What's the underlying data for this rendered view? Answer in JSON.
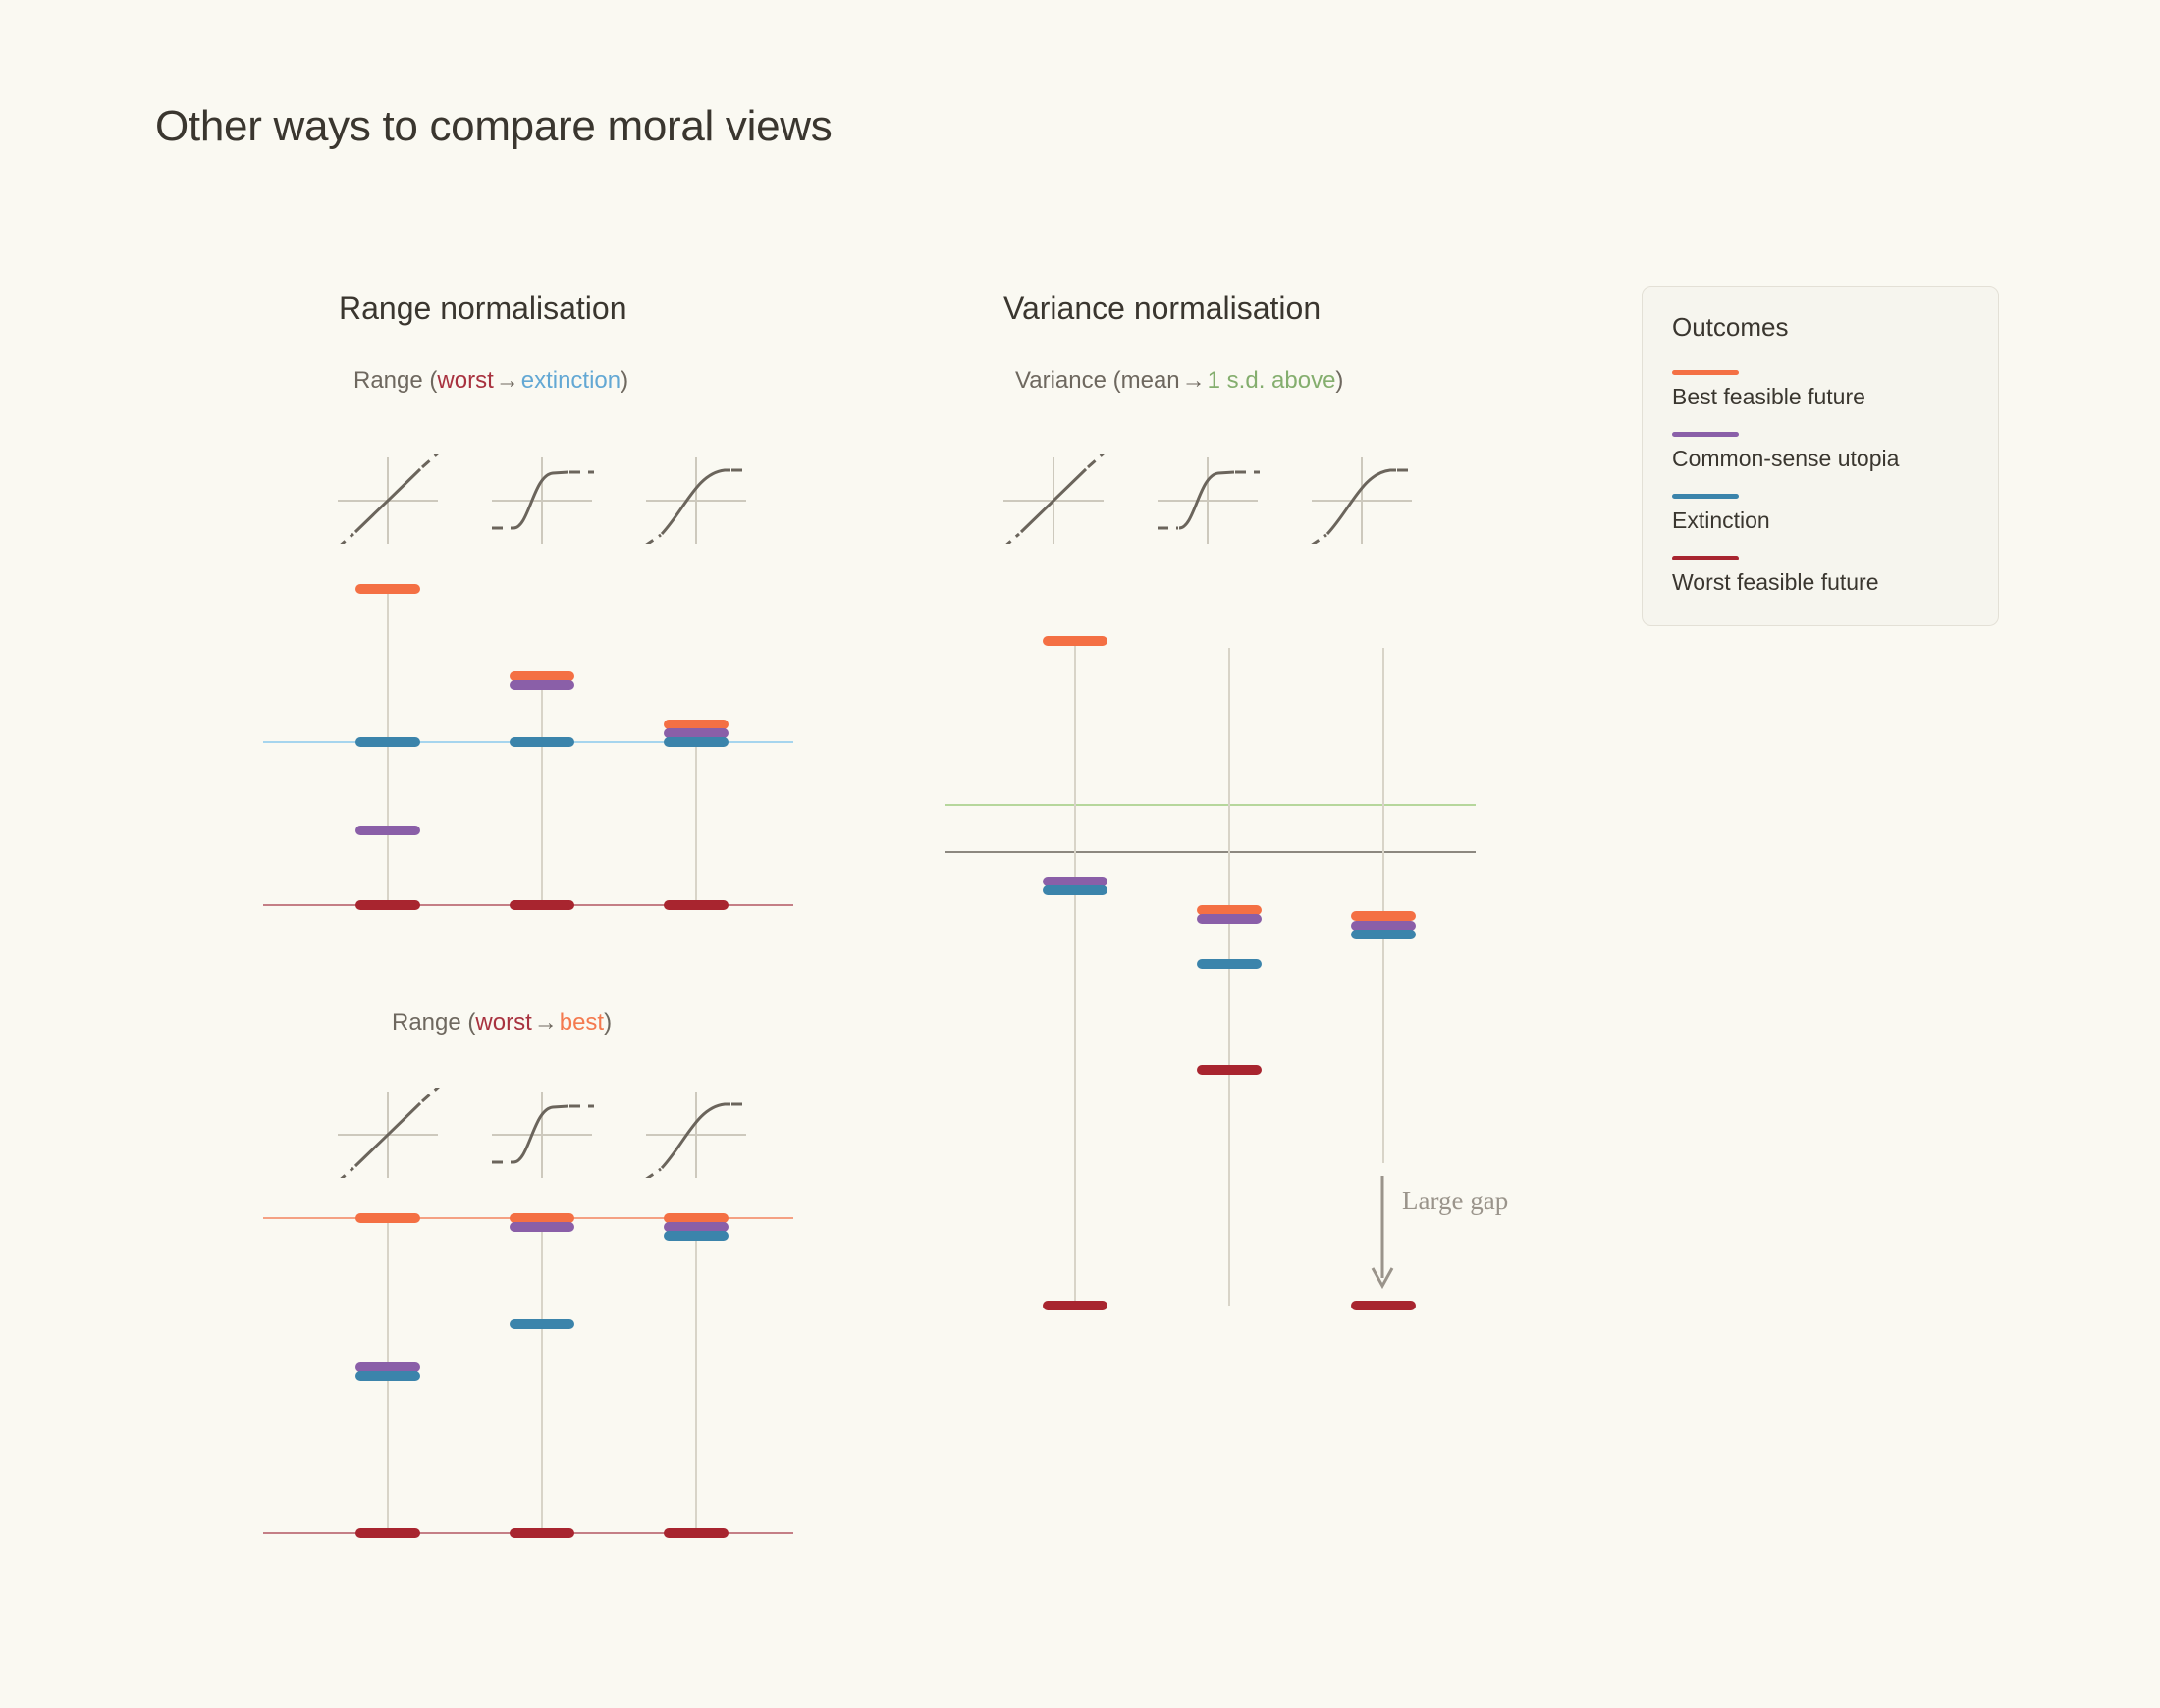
{
  "page": {
    "title": "Other ways to compare moral views",
    "background_color": "#faf9f2"
  },
  "colors": {
    "best_feasible_future": "#f47044",
    "common_sense_utopia": "#8a5fa8",
    "extinction": "#3b84ab",
    "worst_feasible_future": "#a8252f",
    "refline_extinction": "#a6d5ee",
    "refline_worst": "#c47f86",
    "refline_best": "#f5a183",
    "refline_sd": "#b6d79c",
    "refline_mean": "#8c8880",
    "gridline": "#d8d4c8",
    "annotation": "#9a948b"
  },
  "legend": {
    "title": "Outcomes",
    "items": [
      {
        "label": "Best feasible future",
        "color": "#f47044"
      },
      {
        "label": "Common-sense utopia",
        "color": "#8a5fa8"
      },
      {
        "label": "Extinction",
        "color": "#3b84ab"
      },
      {
        "label": "Worst feasible future",
        "color": "#a8252f"
      }
    ]
  },
  "panels": [
    {
      "id": "range-normalisation",
      "title": "Range normalisation",
      "subtitle": {
        "prefix": "Range (",
        "from": "worst",
        "arrow": "→",
        "to": "extinction",
        "suffix": ")",
        "from_color": "#a8323f",
        "to_color": "#63a8d4"
      },
      "reference_lines": [
        {
          "name": "extinction-reference-line",
          "value": 0,
          "color": "#a6d5ee"
        },
        {
          "name": "worst-reference-line",
          "value": -1,
          "color": "#c47f86"
        }
      ],
      "curves": [
        "linear",
        "sigmoid",
        "concave"
      ],
      "columns": [
        {
          "curve": "linear",
          "markers": [
            {
              "outcome": "Best feasible future",
              "value": 1.07
            },
            {
              "outcome": "Extinction",
              "value": 0.0
            },
            {
              "outcome": "Common-sense utopia",
              "value": -0.28
            },
            {
              "outcome": "Worst feasible future",
              "value": -1.0
            }
          ]
        },
        {
          "curve": "sigmoid",
          "markers": [
            {
              "outcome": "Best feasible future",
              "value": 0.42
            },
            {
              "outcome": "Common-sense utopia",
              "value": 0.36
            },
            {
              "outcome": "Extinction",
              "value": 0.0
            },
            {
              "outcome": "Worst feasible future",
              "value": -1.0
            }
          ]
        },
        {
          "curve": "concave",
          "markers": [
            {
              "outcome": "Best feasible future",
              "value": 0.11
            },
            {
              "outcome": "Common-sense utopia",
              "value": 0.06
            },
            {
              "outcome": "Extinction",
              "value": 0.0
            },
            {
              "outcome": "Worst feasible future",
              "value": -1.0
            }
          ]
        }
      ]
    },
    {
      "id": "range-normalisation-best",
      "title": "",
      "subtitle": {
        "prefix": "Range (",
        "from": "worst",
        "arrow": "→",
        "to": "best",
        "suffix": ")",
        "from_color": "#a8323f",
        "to_color": "#f4794e"
      },
      "reference_lines": [
        {
          "name": "best-reference-line",
          "value": 1,
          "color": "#f5a183"
        },
        {
          "name": "worst-reference-line",
          "value": 0,
          "color": "#c47f86"
        }
      ],
      "curves": [
        "linear",
        "sigmoid",
        "concave"
      ],
      "columns": [
        {
          "curve": "linear",
          "markers": [
            {
              "outcome": "Best feasible future",
              "value": 1.0
            },
            {
              "outcome": "Common-sense utopia",
              "value": 0.53
            },
            {
              "outcome": "Extinction",
              "value": 0.5
            },
            {
              "outcome": "Worst feasible future",
              "value": 0.0
            }
          ]
        },
        {
          "curve": "sigmoid",
          "markers": [
            {
              "outcome": "Best feasible future",
              "value": 1.0
            },
            {
              "outcome": "Common-sense utopia",
              "value": 0.975
            },
            {
              "outcome": "Extinction",
              "value": 0.665
            },
            {
              "outcome": "Worst feasible future",
              "value": 0.0
            }
          ]
        },
        {
          "curve": "concave",
          "markers": [
            {
              "outcome": "Best feasible future",
              "value": 1.0
            },
            {
              "outcome": "Common-sense utopia",
              "value": 0.978
            },
            {
              "outcome": "Extinction",
              "value": 0.95
            },
            {
              "outcome": "Worst feasible future",
              "value": 0.0
            }
          ]
        }
      ]
    },
    {
      "id": "variance-normalisation",
      "title": "Variance normalisation",
      "subtitle": {
        "prefix": "Variance (",
        "from": "mean",
        "arrow": "→",
        "to": "1 s.d. above",
        "suffix": ")",
        "from_color": "#6e685f",
        "to_color": "#84ae6e"
      },
      "reference_lines": [
        {
          "name": "one-sd-above-reference-line",
          "value": 1,
          "color": "#b6d79c"
        },
        {
          "name": "mean-reference-line",
          "value": 0,
          "color": "#8c8880"
        }
      ],
      "curves": [
        "linear",
        "sigmoid",
        "concave"
      ],
      "annotation": {
        "label": "Large gap",
        "icon": "down-arrow-icon"
      },
      "columns": [
        {
          "curve": "linear",
          "markers": [
            {
              "outcome": "Best feasible future",
              "value": 4.54
            },
            {
              "outcome": "Common-sense utopia",
              "value": -0.58
            },
            {
              "outcome": "Extinction",
              "value": -0.71
            },
            {
              "outcome": "Worst feasible future",
              "value": -9.58
            }
          ]
        },
        {
          "curve": "sigmoid",
          "markers": [
            {
              "outcome": "Best feasible future",
              "value": -1.21
            },
            {
              "outcome": "Common-sense utopia",
              "value": -1.4
            },
            {
              "outcome": "Extinction",
              "value": -2.35
            },
            {
              "outcome": "Worst feasible future",
              "value": -4.6
            }
          ]
        },
        {
          "curve": "concave",
          "markers": [
            {
              "outcome": "Best feasible future",
              "value": -1.33
            },
            {
              "outcome": "Common-sense utopia",
              "value": -1.54
            },
            {
              "outcome": "Extinction",
              "value": -1.73
            },
            {
              "outcome": "Worst feasible future",
              "value": -9.58
            }
          ]
        }
      ]
    }
  ]
}
